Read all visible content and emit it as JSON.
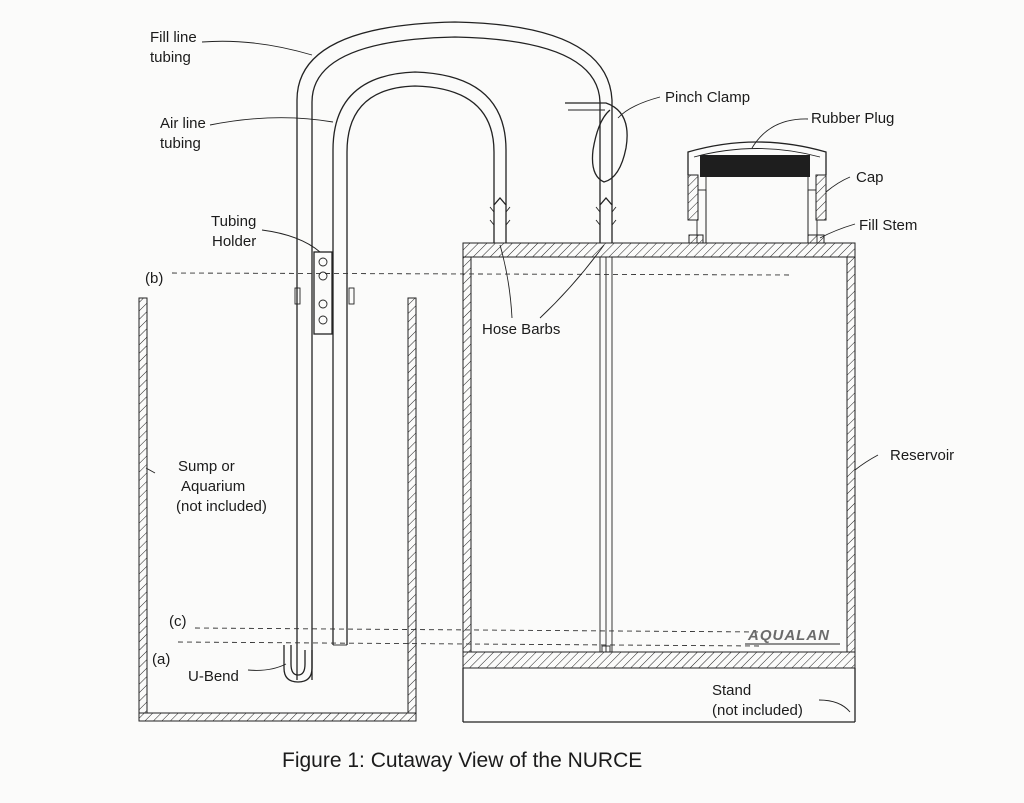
{
  "labels": {
    "fill_line": [
      "Fill line",
      "tubing"
    ],
    "air_line": [
      "Air line",
      "tubing"
    ],
    "tubing_holder": [
      "Tubing",
      "Holder"
    ],
    "level_b": "(b)",
    "level_c": "(c)",
    "level_a": "(a)",
    "sump": [
      "Sump or",
      "Aquarium",
      "(not included)"
    ],
    "u_bend": "U-Bend",
    "hose_barbs": "Hose Barbs",
    "pinch_clamp": "Pinch Clamp",
    "rubber_plug": "Rubber Plug",
    "cap": "Cap",
    "fill_stem": "Fill Stem",
    "reservoir": "Reservoir",
    "stand": [
      "Stand",
      "(not included)"
    ],
    "brand": "AQUALAN"
  },
  "caption": "Figure 1: Cutaway View of the NURCE",
  "colors": {
    "line": "#222222",
    "plug": "#1e1e1e",
    "background": "#fbfbfa"
  }
}
